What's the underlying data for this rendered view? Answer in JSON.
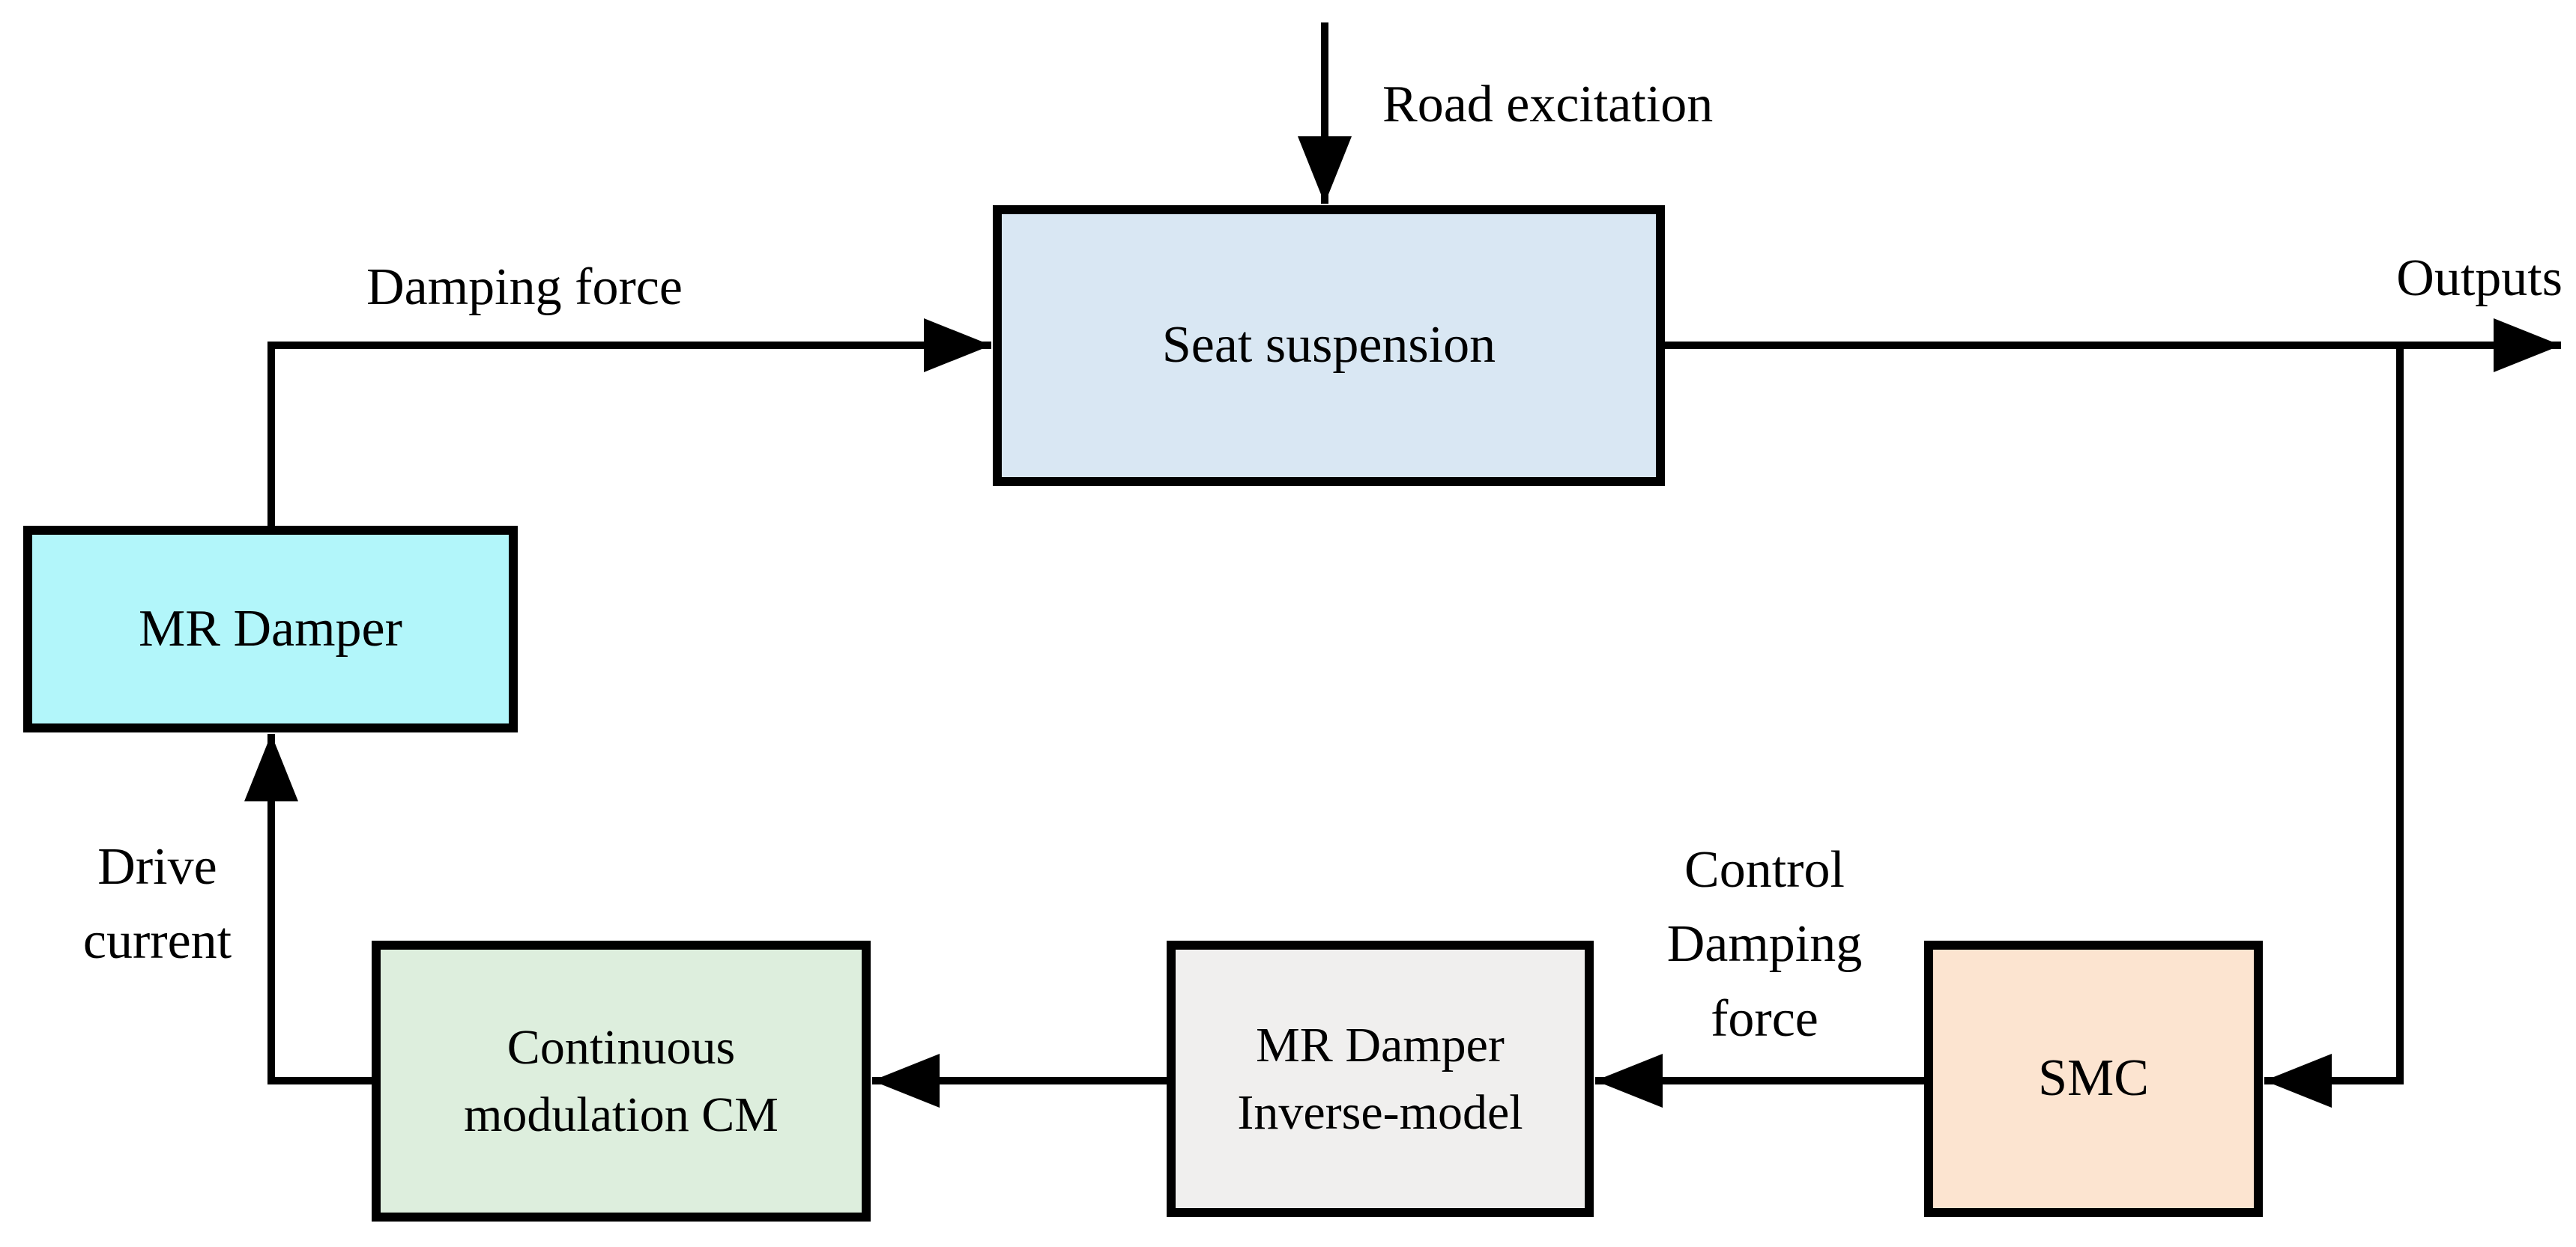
{
  "figure": {
    "background": "#ffffff",
    "line_color": "#000000",
    "boxes": {
      "seat_suspension": {
        "label": "Seat suspension",
        "fill": "#d9e7f3"
      },
      "mr_damper": {
        "label": "MR Damper",
        "fill": "#b2f6fa"
      },
      "continuous_modulation": {
        "lines": [
          "Continuous",
          "modulation CM"
        ],
        "fill": "#ddeedd"
      },
      "inverse_model": {
        "lines": [
          "MR Damper",
          "Inverse-model"
        ],
        "fill": "#f0efee"
      },
      "smc": {
        "label": "SMC",
        "fill": "#fce4d0"
      }
    },
    "edge_labels": {
      "road_excitation": "Road excitation",
      "damping_force": "Damping force",
      "outputs": "Outputs",
      "control_damping_force_lines": [
        "Control",
        "Damping",
        "force"
      ],
      "drive_current_lines": [
        "Drive",
        "current"
      ]
    }
  }
}
